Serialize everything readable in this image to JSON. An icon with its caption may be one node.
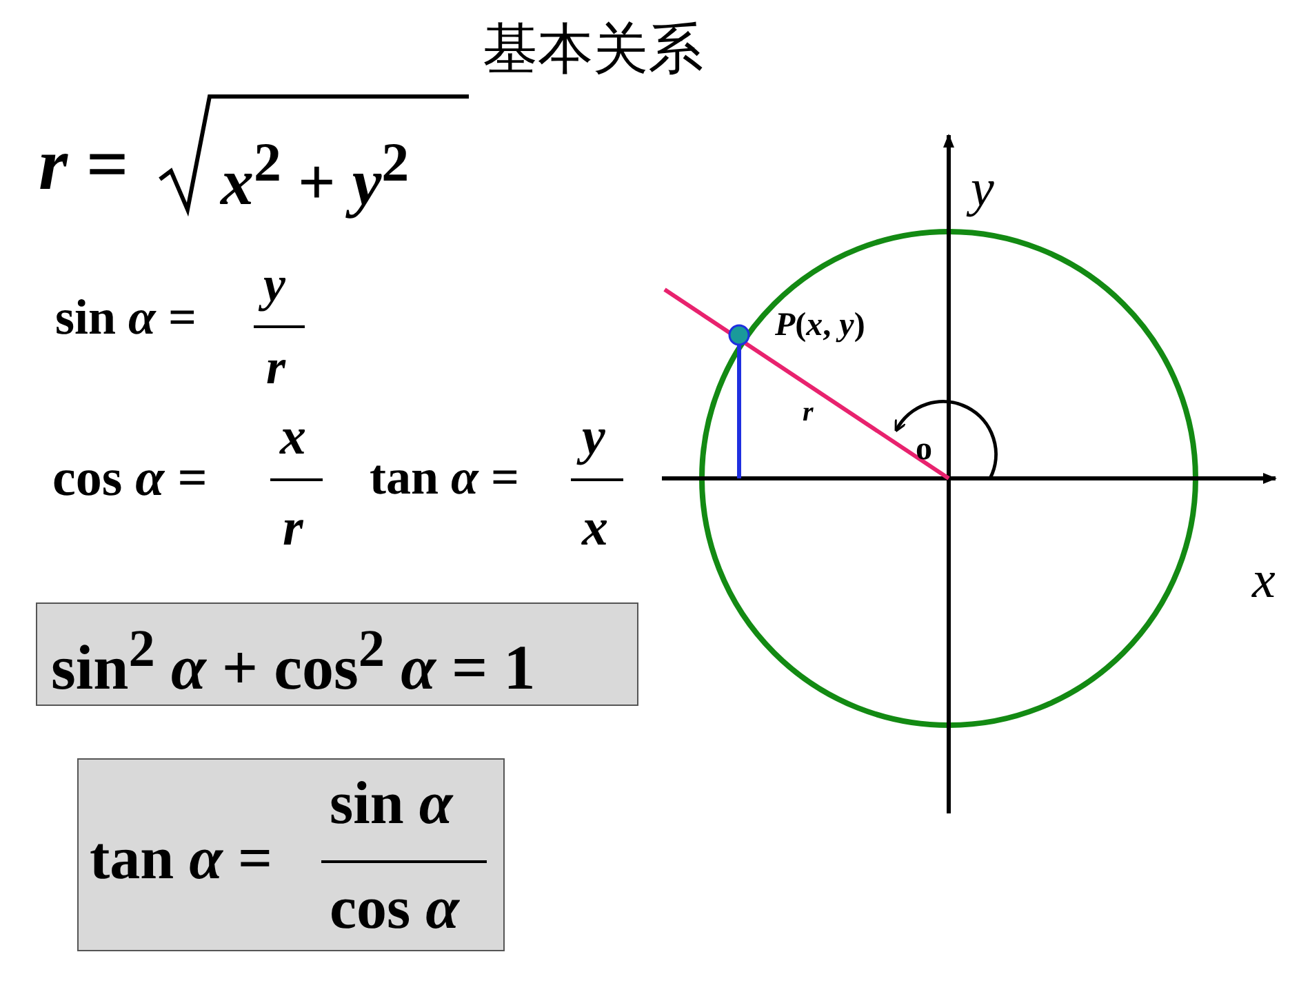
{
  "diagram": {
    "title": "基本关系",
    "nodes": [
      {
        "text": [
          "sin$^{2}$ *α* + cos$^{2}$ *α* = 1"
        ]
      },
      {
        "text": [
          "tan *α* =",
          "sin *α*",
          "cos *α*"
        ]
      }
    ],
    "labels": [
      "*r* =",
      "*x*$^{2}$ + *y*$^{2}$",
      "y",
      "sin *α* =",
      "y",
      "r",
      "*P*(*x*, *y*)",
      "r",
      "o",
      "cos *α* =",
      "x",
      "r",
      "tan *α* =",
      "y",
      "x",
      "x"
    ]
  }
}
